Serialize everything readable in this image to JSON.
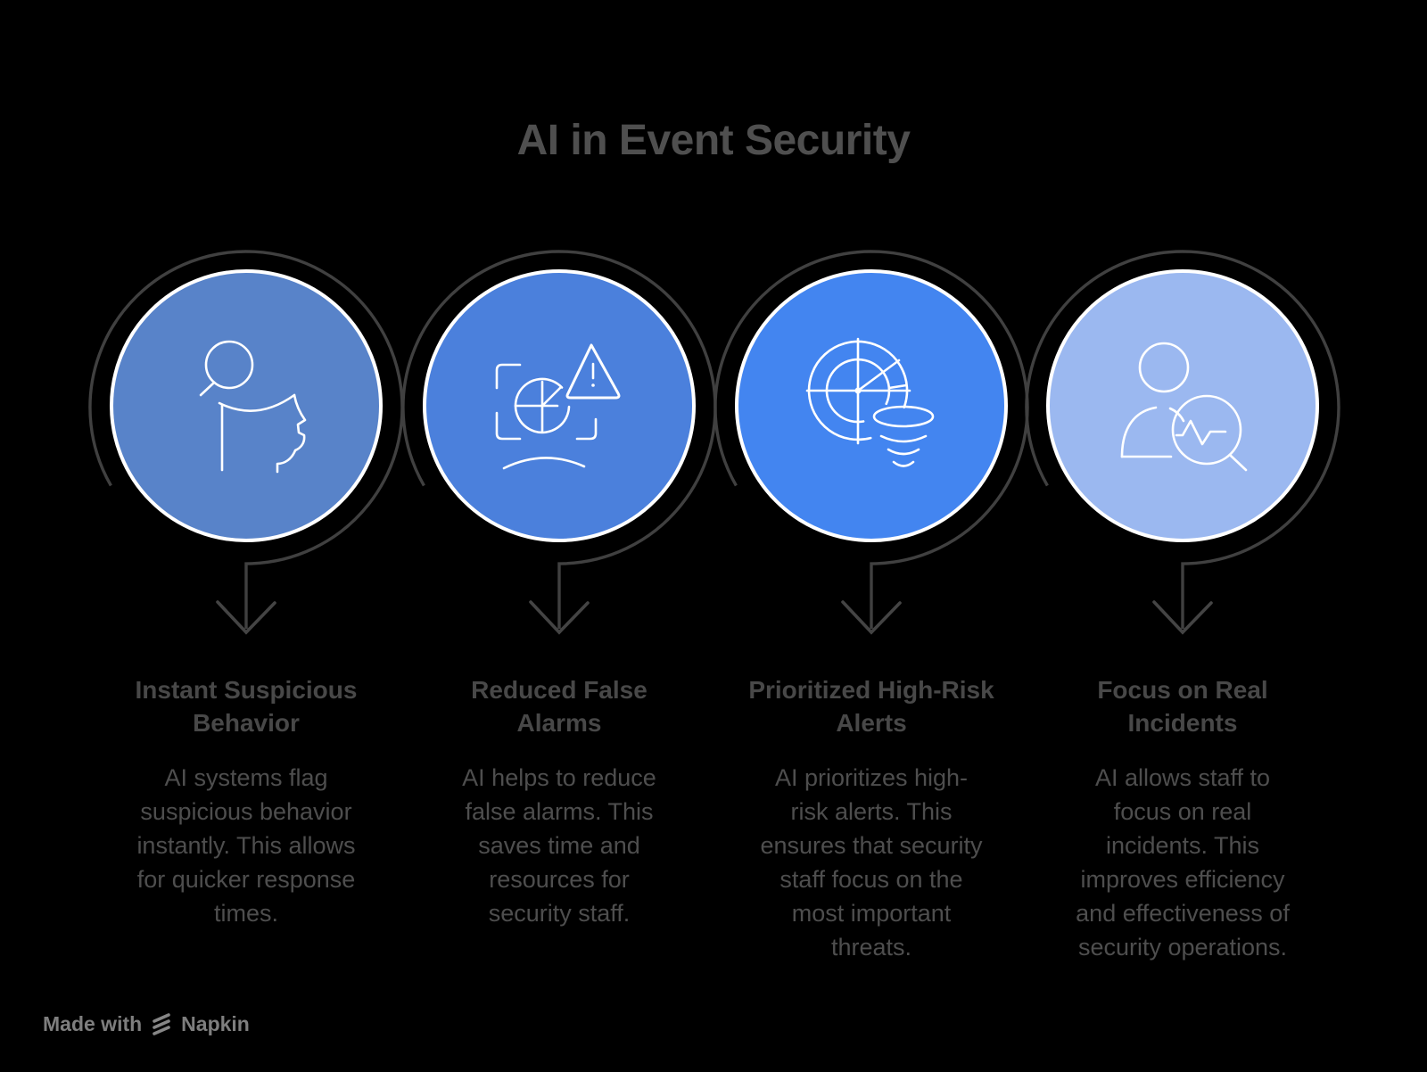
{
  "title": "AI in Event Security",
  "colors": {
    "background": "#000000",
    "title_text": "#4f4f4f",
    "heading_text": "#484848",
    "body_text": "#4e4e4e",
    "ring_and_arrow": "#404040",
    "icon_stroke": "#ffffff",
    "watermark_text": "#7e7e7e"
  },
  "columns": [
    {
      "icon": "suspicious-person-magnifier-icon",
      "circle_color": "#5883C9",
      "heading": "Instant Suspicious\nBehavior",
      "body": "AI systems flag\nsuspicious behavior\ninstantly. This allows\nfor quicker response\ntimes."
    },
    {
      "icon": "false-alarm-warning-icon",
      "circle_color": "#4B80DC",
      "heading": "Reduced False\nAlarms",
      "body": "AI helps to reduce\nfalse alarms. This\nsaves time and\nresources for\nsecurity staff."
    },
    {
      "icon": "radar-priority-funnel-icon",
      "circle_color": "#4385F0",
      "heading": "Prioritized High-Risk\nAlerts",
      "body": "AI prioritizes high-\nrisk alerts. This\nensures that security\nstaff focus on the\nmost important\nthreats."
    },
    {
      "icon": "person-incident-magnifier-icon",
      "circle_color": "#9BB8F0",
      "heading": "Focus on Real\nIncidents",
      "body": "AI allows staff to\nfocus on real\nincidents. This\nimproves efficiency\nand effectiveness of\nsecurity operations."
    }
  ],
  "watermark": {
    "made_with": "Made with",
    "brand": "Napkin"
  }
}
